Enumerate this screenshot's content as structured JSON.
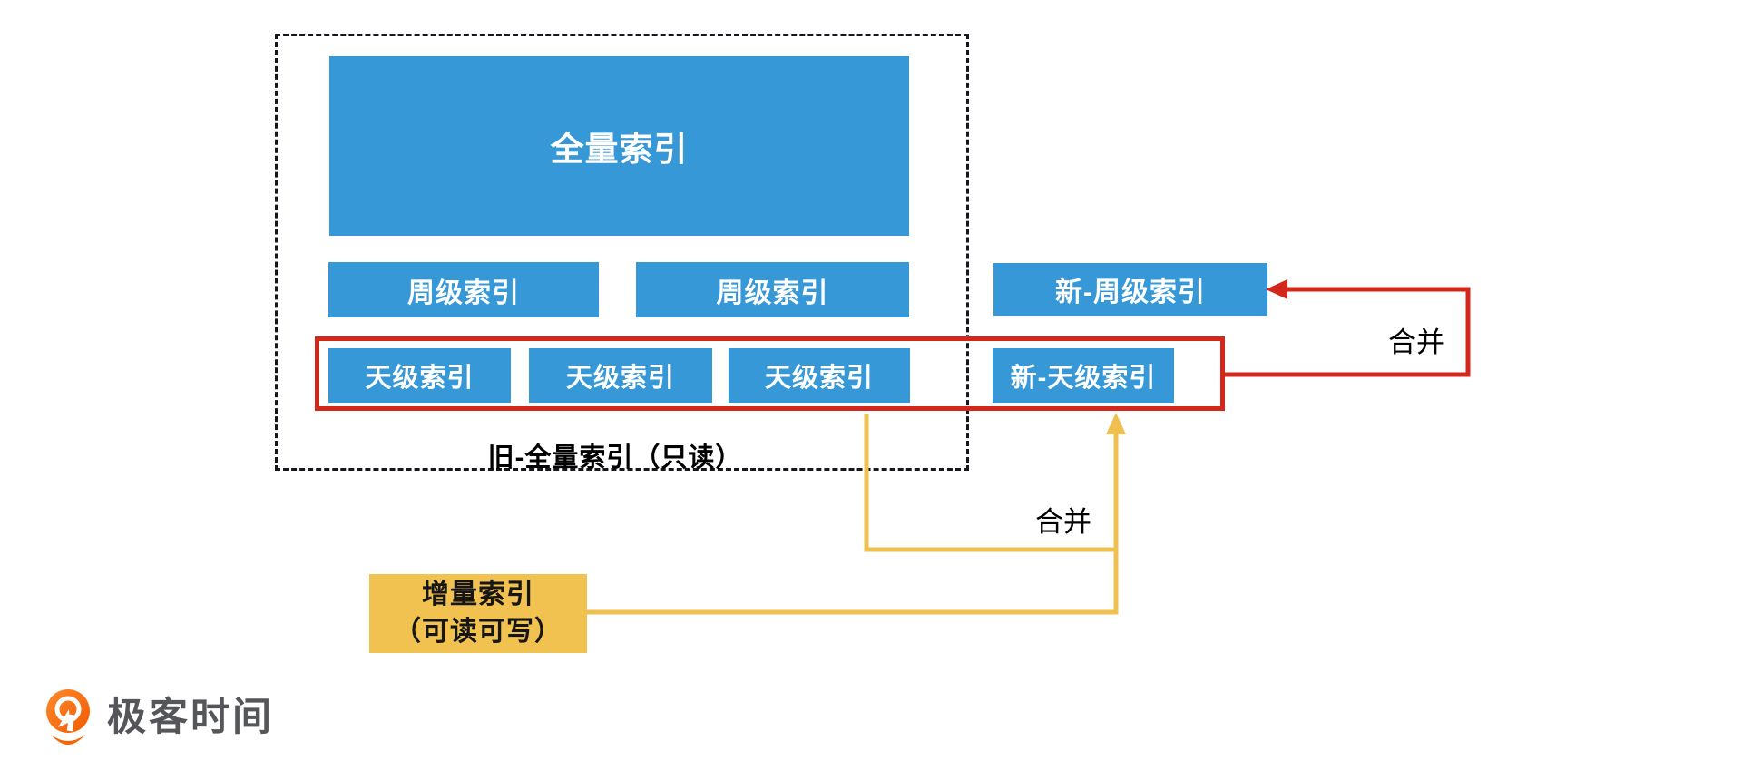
{
  "diagram": {
    "boxes": {
      "full_index": "全量索引",
      "week_indexes": [
        "周级索引",
        "周级索引"
      ],
      "new_week_index": "新-周级索引",
      "day_indexes": [
        "天级索引",
        "天级索引",
        "天级索引"
      ],
      "new_day_index": "新-天级索引",
      "incremental_index_line1": "增量索引",
      "incremental_index_line2": "（可读可写）"
    },
    "labels": {
      "old_full_index_caption": "旧-全量索引（只读）",
      "merge_week_label": "合并",
      "merge_day_label": "合并"
    },
    "colors": {
      "box_blue": "#3798d7",
      "box_yellow": "#f1c24f",
      "connector_yellow": "#efc050",
      "connector_red": "#d3271c",
      "dashed_border": "#16161e",
      "box_text": "#ffffff",
      "caption_text": "#000000"
    }
  },
  "footer": {
    "brand_name": "极客时间",
    "brand_orange": "#f96300",
    "brand_text_color": "#55565a"
  }
}
